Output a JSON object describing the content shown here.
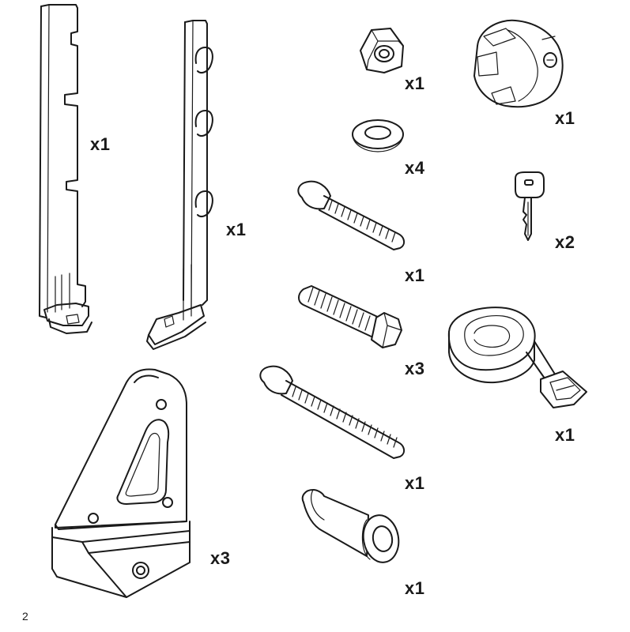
{
  "page_number": "2",
  "parts": [
    {
      "id": "rail-notched",
      "icon": "notched-rail-icon",
      "quantity": "x1"
    },
    {
      "id": "rail-hooked",
      "icon": "hooked-rail-icon",
      "quantity": "x1"
    },
    {
      "id": "nut",
      "icon": "hex-nut-icon",
      "quantity": "x1"
    },
    {
      "id": "knob",
      "icon": "locking-knob-icon",
      "quantity": "x1"
    },
    {
      "id": "washer",
      "icon": "washer-icon",
      "quantity": "x4"
    },
    {
      "id": "key",
      "icon": "key-icon",
      "quantity": "x2"
    },
    {
      "id": "carriage-bolt-short",
      "icon": "carriage-bolt-icon",
      "quantity": "x1"
    },
    {
      "id": "hex-bolt",
      "icon": "hex-bolt-icon",
      "quantity": "x3"
    },
    {
      "id": "strap",
      "icon": "strap-with-buckle-icon",
      "quantity": "x1"
    },
    {
      "id": "bracket",
      "icon": "triangular-bracket-icon",
      "quantity": "x3"
    },
    {
      "id": "carriage-bolt-long",
      "icon": "carriage-bolt-icon",
      "quantity": "x1"
    },
    {
      "id": "sleeve",
      "icon": "flanged-sleeve-icon",
      "quantity": "x1"
    }
  ]
}
